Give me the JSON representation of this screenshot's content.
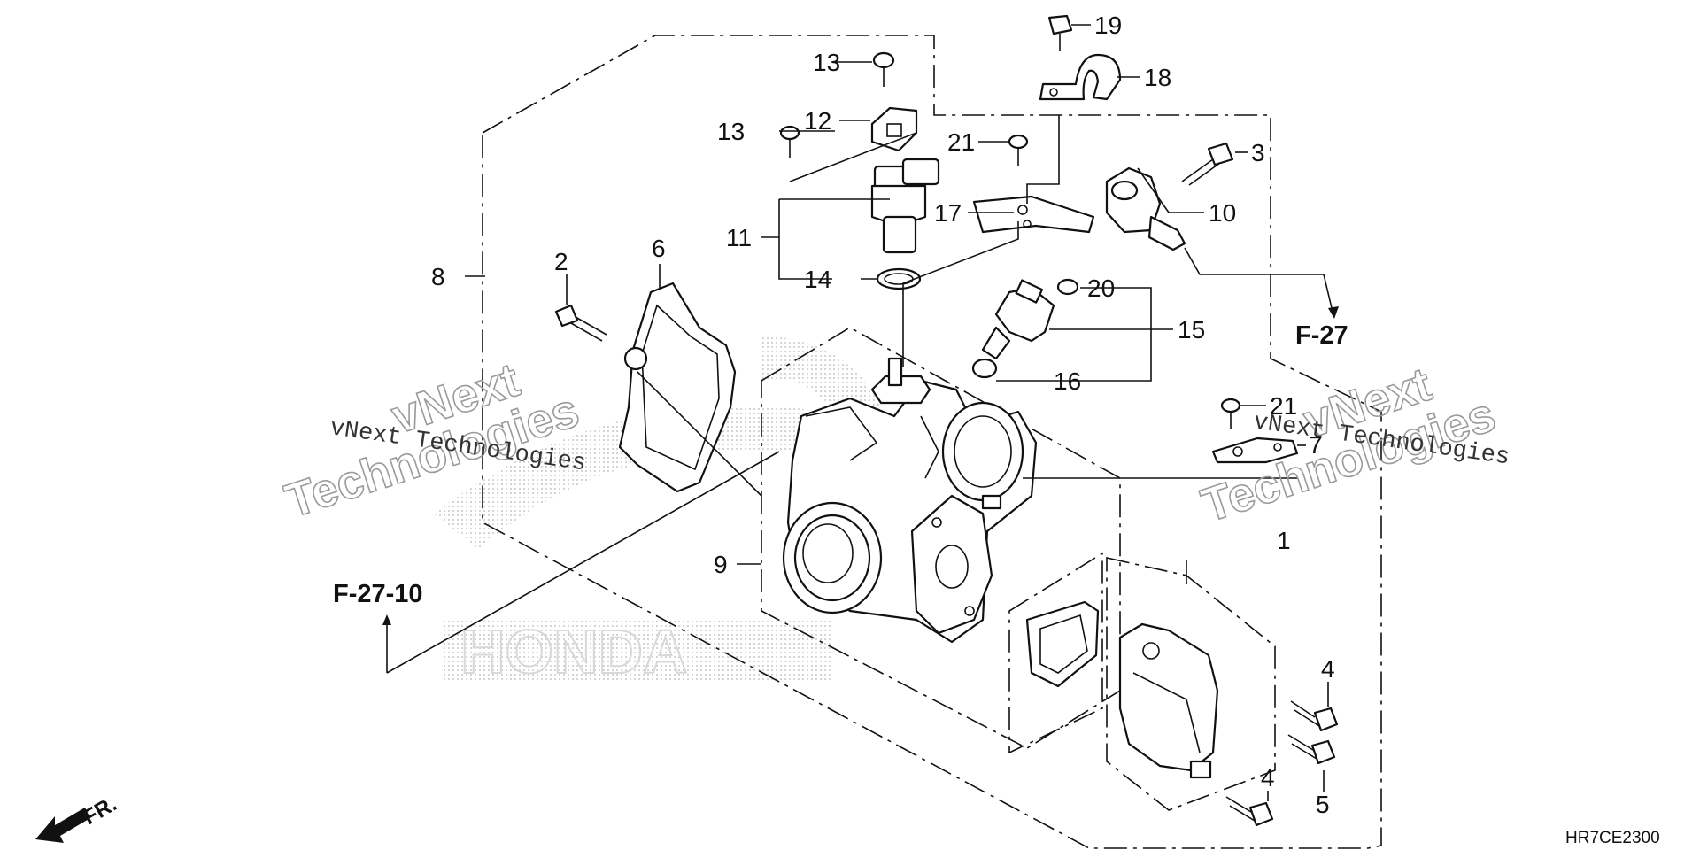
{
  "callouts": {
    "c1": "1",
    "c2": "2",
    "c3": "3",
    "c4a": "4",
    "c4b": "4",
    "c5": "5",
    "c6": "6",
    "c7": "7",
    "c8": "8",
    "c9": "9",
    "c10": "10",
    "c11": "11",
    "c12": "12",
    "c13a": "13",
    "c13b": "13",
    "c14": "14",
    "c15": "15",
    "c16": "16",
    "c17": "17",
    "c18": "18",
    "c19": "19",
    "c20": "20",
    "c21a": "21",
    "c21b": "21"
  },
  "references": {
    "f27": "F-27",
    "f2710": "F-27-10"
  },
  "direction": {
    "front": "FR."
  },
  "diagram_code": "HR7CE2300",
  "watermarks": {
    "left_line1": "vNext",
    "left_line2": "vNext Technologies",
    "left_line3": "Technologies",
    "right_line1": "vNext",
    "right_line2": "vNext Technologies",
    "right_line3": "Technologies",
    "center_logo": "HONDA"
  },
  "colors": {
    "ink": "#111111",
    "watermark": "#9a9a9a",
    "background": "#ffffff"
  }
}
